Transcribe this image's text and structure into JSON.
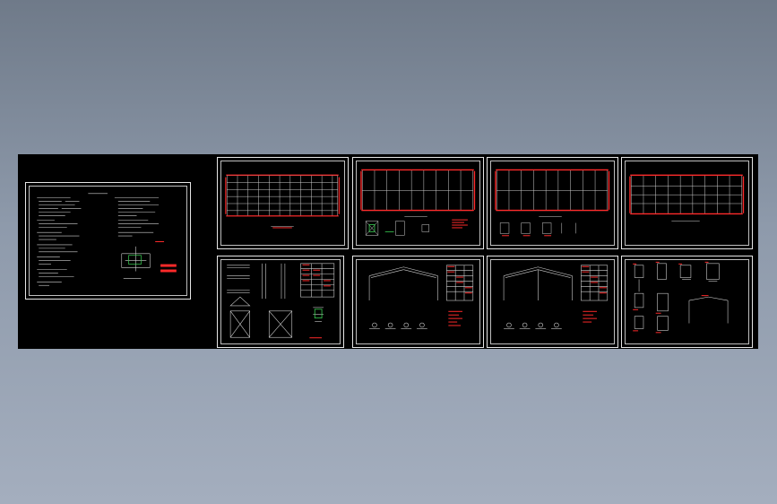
{
  "viewer": {
    "background_top": "#6f7a89",
    "background_bottom": "#a4aebe",
    "drawing_background": "#000000"
  },
  "colors": {
    "frame": "#e6e6e6",
    "line": "#ffffff",
    "accent_red": "#ff2a2a",
    "accent_green": "#39d353",
    "text_gray": "#dcdcdc"
  },
  "sheets": [
    {
      "id": "notes",
      "kind": "design-notes"
    },
    {
      "id": "plan-1",
      "kind": "floor-plan-grid"
    },
    {
      "id": "plan-2",
      "kind": "anchor-plan"
    },
    {
      "id": "plan-3",
      "kind": "roof-plan"
    },
    {
      "id": "plan-4",
      "kind": "purlin-plan"
    },
    {
      "id": "details-1",
      "kind": "member-details"
    },
    {
      "id": "frame-1",
      "kind": "portal-frame"
    },
    {
      "id": "frame-2",
      "kind": "portal-frame"
    },
    {
      "id": "details-2",
      "kind": "node-details"
    }
  ]
}
